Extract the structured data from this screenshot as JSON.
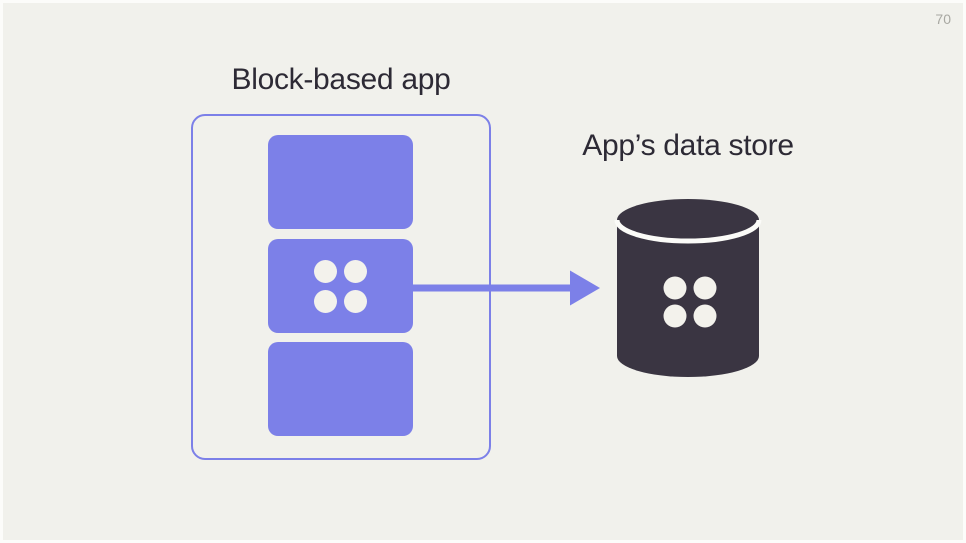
{
  "slide": {
    "page_number": "70"
  },
  "colors": {
    "background": "#F1F1EC",
    "frame_white": "#FCFCFA",
    "accent_purple": "#7C80E8",
    "dark_ink": "#3A3542",
    "dot_light": "#F3F2EC",
    "separator_white": "#FBFBF8",
    "text_dark": "#2D2A35",
    "page_number_gray": "#A8A8A2"
  },
  "diagram": {
    "app": {
      "title": "Block-based app",
      "block_count": 3,
      "dots_per_block": 4
    },
    "arrow": {
      "icon": "right-arrow-icon",
      "from": "app-block-middle",
      "to": "datastore-cylinder"
    },
    "datastore": {
      "title": "App’s data store",
      "icon": "database-cylinder-icon",
      "dots": 4
    }
  }
}
